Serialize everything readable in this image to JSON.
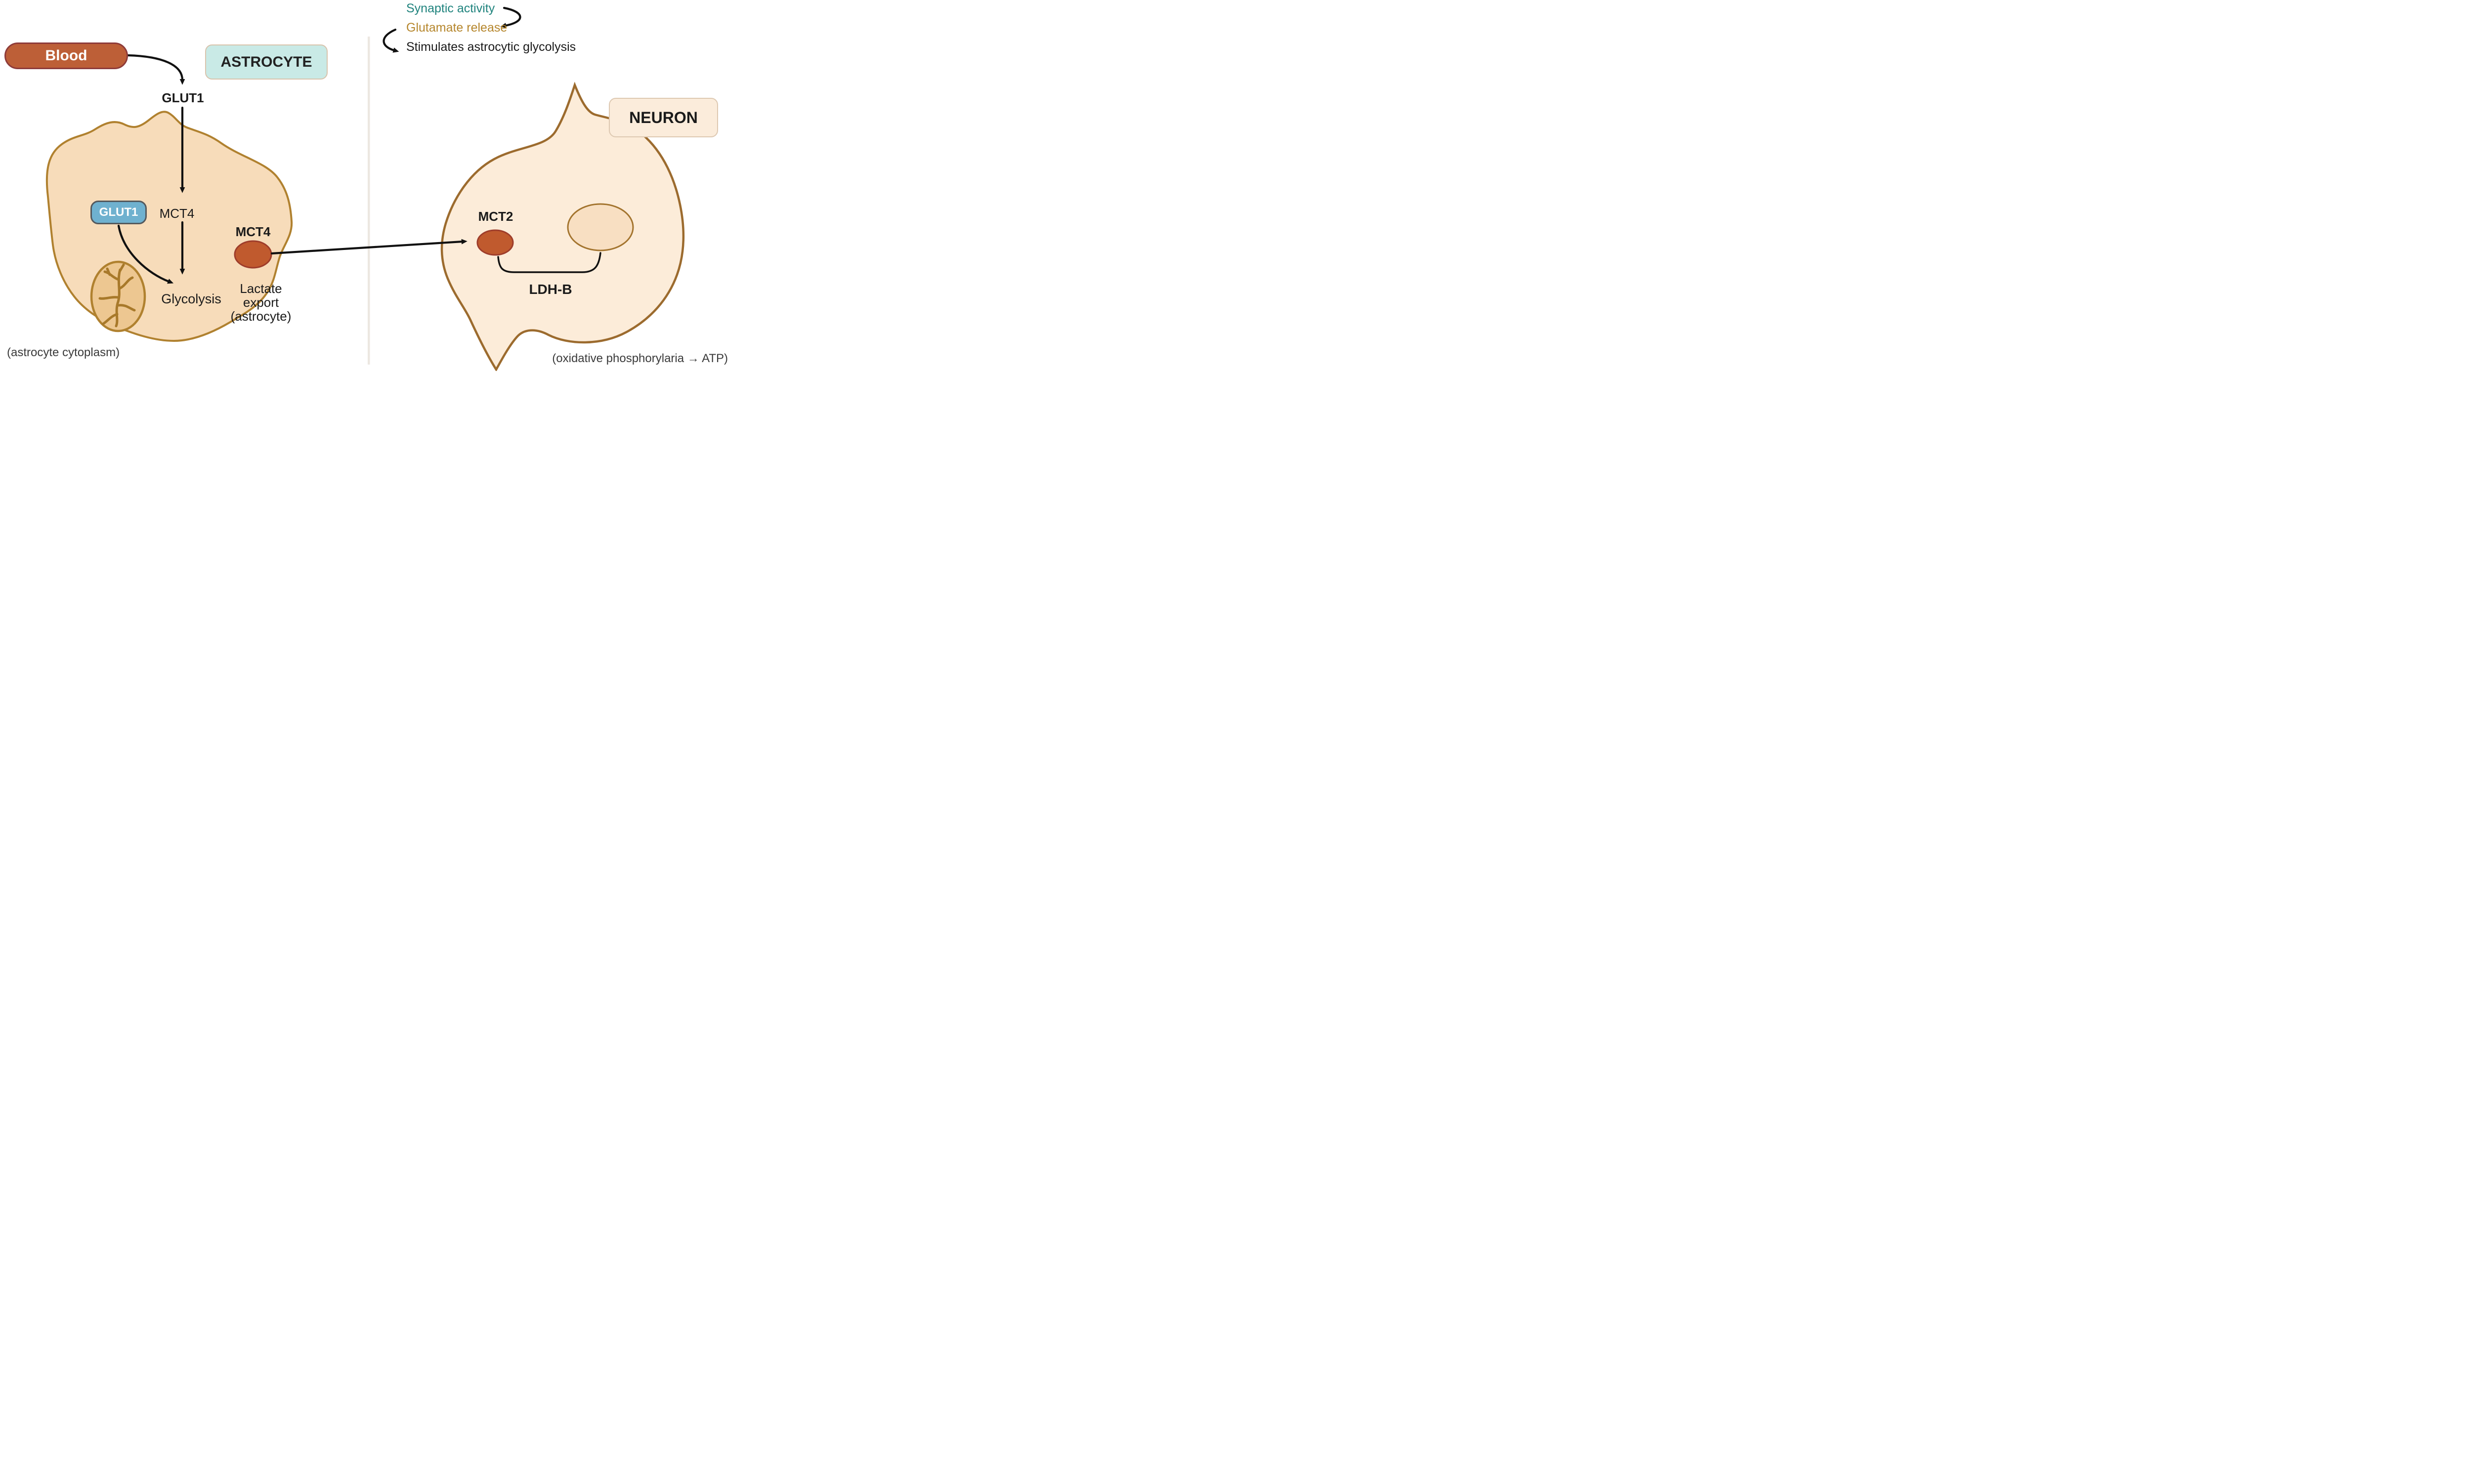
{
  "top_flow": {
    "synaptic_activity": "Synaptic activity",
    "glutamate_release": "Glutamate release",
    "stimulates": "Stimulates astrocytic glycolysis",
    "synaptic_color": "#1f837d",
    "glutamate_color": "#b5862c",
    "stimulates_color": "#1a1a1a"
  },
  "astrocyte": {
    "blood_label": "Blood",
    "cell_label": "ASTROCYTE",
    "glut1_membrane_label": "GLUT1",
    "glut1_badge_label": "GLUT1",
    "mct4_inner_label": "MCT4",
    "glycolysis_label": "Glycolysis",
    "mct4_membrane_label": "MCT4",
    "lactate_export_lines": [
      "Lactate",
      "export",
      "(astrocyte)"
    ],
    "cytoplasm_caption": "(astrocyte cytoplasm)",
    "colors": {
      "cell_fill": "#f7dcba",
      "cell_border": "#b0812f",
      "blood_fill": "#bd5f37",
      "blood_border": "#8e3b39",
      "label_fill": "#c9eae6",
      "label_border": "#d8c3ac",
      "glut1_badge_fill": "#6fb1cf",
      "glut1_badge_border": "#54595d",
      "mct4_oval_fill": "#c05a2e",
      "mct4_oval_border": "#9e3d2b",
      "mitochondrion_fill": "#edc791",
      "mitochondrion_border": "#b0812f"
    }
  },
  "neuron": {
    "cell_label": "NEURON",
    "mct2_label": "MCT2",
    "ldhb_label": "LDH-B",
    "oxphos_caption": "(oxidative phosphorylaria → ATP)",
    "colors": {
      "cell_fill": "#fcecd9",
      "cell_border": "#9c6b2e",
      "label_fill": "#fbecdb",
      "label_border": "#ddc8b1",
      "nucleus_fill": "#f8dfc2",
      "nucleus_border": "#a3742e",
      "mct2_oval_fill": "#c05a2e",
      "mct2_oval_border": "#9e3d2b"
    }
  },
  "divider_color": "#ece7e1",
  "arrow_color": "#111111"
}
